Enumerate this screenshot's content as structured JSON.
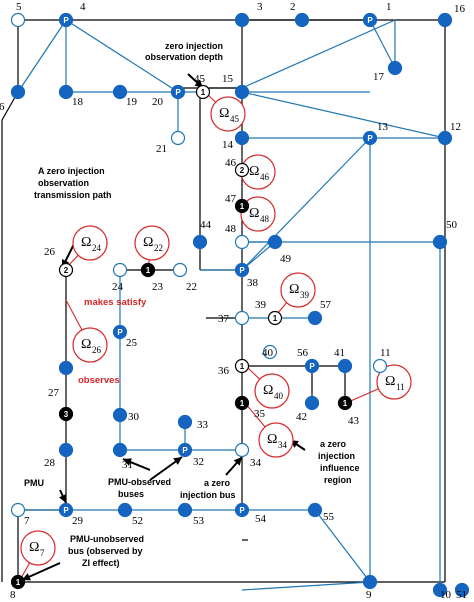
{
  "bus_numbers": {
    "n1": "1",
    "n2": "2",
    "n3": "3",
    "n4": "4",
    "n5": "5",
    "n6": "6",
    "n7": "7",
    "n8": "8",
    "n9": "9",
    "n10": "10",
    "n11": "11",
    "n12": "12",
    "n13": "13",
    "n14": "14",
    "n15": "15",
    "n16": "16",
    "n17": "17",
    "n18": "18",
    "n19": "19",
    "n20": "20",
    "n21": "21",
    "n22": "22",
    "n23": "23",
    "n24": "24",
    "n25": "25",
    "n26": "26",
    "n27": "27",
    "n28": "28",
    "n29": "29",
    "n30": "30",
    "n31": "31",
    "n32": "32",
    "n33": "33",
    "n34": "34",
    "n35": "35",
    "n36": "36",
    "n37": "37",
    "n38": "38",
    "n39": "39",
    "n40": "40",
    "n41": "41",
    "n42": "42",
    "n43": "43",
    "n44": "44",
    "n45": "45",
    "n46": "46",
    "n47": "47",
    "n48": "48",
    "n49": "49",
    "n50": "50",
    "n51": "51",
    "n52": "52",
    "n53": "53",
    "n54": "54",
    "n55": "55",
    "n56": "56",
    "n57": "57"
  },
  "node_marks": {
    "pmu": "P",
    "depth_1": "1",
    "depth_2": "2",
    "depth_3": "3"
  },
  "regions": {
    "omega_symbol": "Ω",
    "o45": "45",
    "o46": "46",
    "o48": "48",
    "o24": "24",
    "o22": "22",
    "o39": "39",
    "o26": "26",
    "o40": "40",
    "o11": "11",
    "o34": "34",
    "o7": "7"
  },
  "annotations": {
    "depth_line1": "zero injection",
    "depth_line2": "observation depth",
    "path_line1": "A zero injection",
    "path_line2": "observation",
    "path_line3": "transmission path",
    "makes_satisfy": "makes satisfy",
    "observes": "observes",
    "pmu": "PMU",
    "pmu_observed_line1": "PMU-observed",
    "pmu_observed_line2": "buses",
    "zi_bus_line1": "a zero",
    "zi_bus_line2": "injection bus",
    "zi_region_line1": "a zero",
    "zi_region_line2": "injection",
    "zi_region_line3": "influence",
    "zi_region_line4": "region",
    "unobserved_line1": "PMU-unobserved",
    "unobserved_line2": "bus (observed by",
    "unobserved_line3": "ZI effect)"
  },
  "colors": {
    "pmu_bus": "#1565c0",
    "line_blue": "#1f77b4",
    "region_red": "#d62728",
    "zero_injection_bus": "#ffffff",
    "unobserved_bus": "#000000"
  }
}
